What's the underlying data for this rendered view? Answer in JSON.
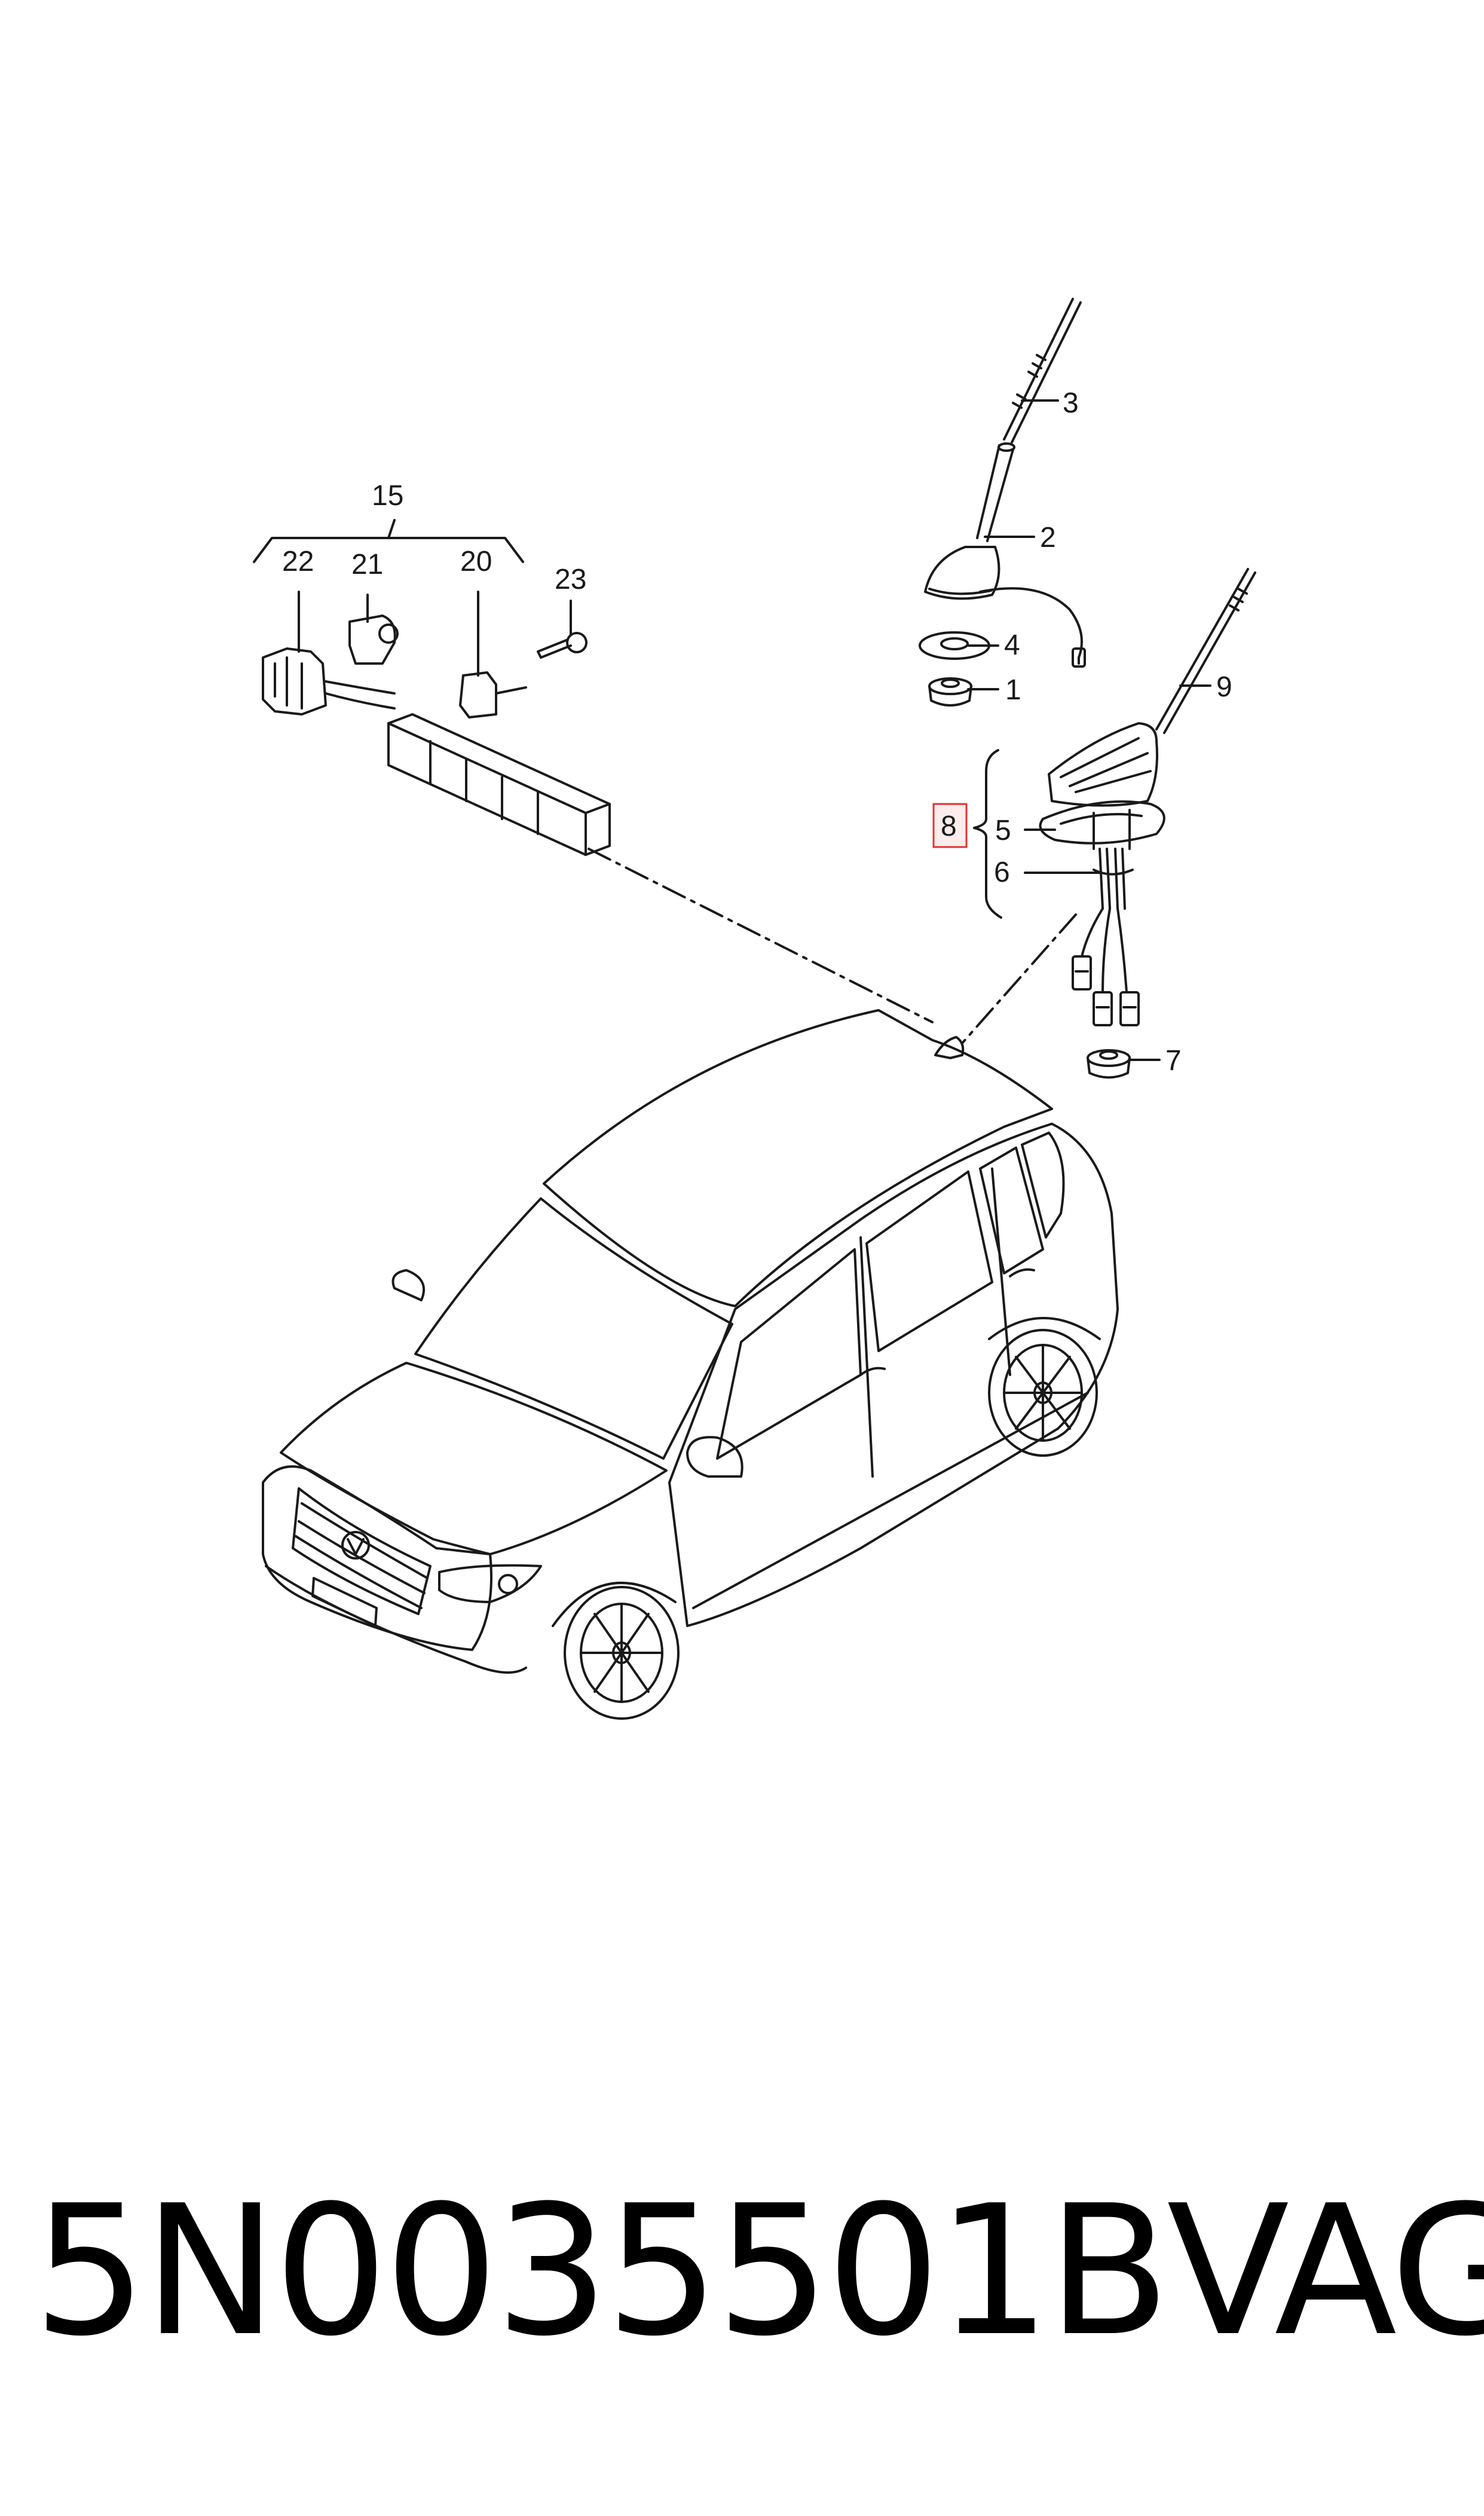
{
  "callouts": {
    "c1": "1",
    "c2": "2",
    "c3": "3",
    "c4": "4",
    "c5": "5",
    "c6": "6",
    "c7": "7",
    "c8": "8",
    "c9": "9",
    "c15": "15",
    "c20": "20",
    "c21": "21",
    "c22": "22",
    "c23": "23"
  },
  "footer": {
    "part_number": "5N0035501B",
    "brand": "VAG"
  },
  "colors": {
    "line": "#1a1a1a",
    "highlight": "#e53030"
  }
}
